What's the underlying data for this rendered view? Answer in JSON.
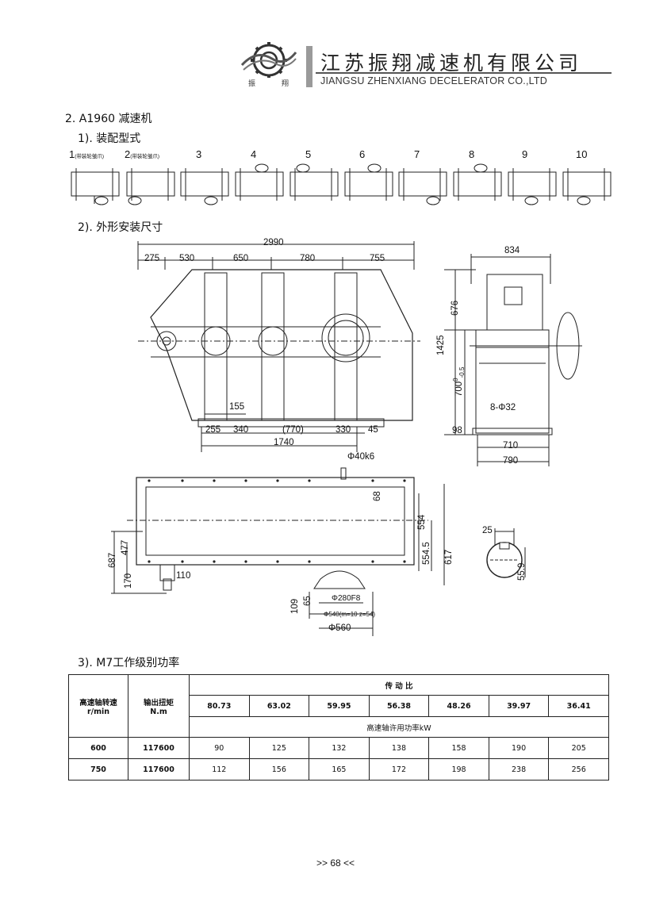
{
  "header": {
    "company_cn": "江苏振翔减速机有限公司",
    "company_en": "JIANGSU ZHENXIANG DECELERATOR CO.,LTD",
    "logo_left": "振",
    "logo_right": "翔"
  },
  "section": {
    "title": "2. A1960 减速机",
    "assembly_heading": "1). 装配型式",
    "dimension_heading": "2). 外形安装尺寸",
    "power_heading": "3). M7工作级别功率"
  },
  "assembly_types": [
    {
      "num": "1",
      "note": "(带装轮皱爪)"
    },
    {
      "num": "2",
      "note": "(带装轮皱爪)"
    },
    {
      "num": "3",
      "note": ""
    },
    {
      "num": "4",
      "note": ""
    },
    {
      "num": "5",
      "note": ""
    },
    {
      "num": "6",
      "note": ""
    },
    {
      "num": "7",
      "note": ""
    },
    {
      "num": "8",
      "note": ""
    },
    {
      "num": "9",
      "note": ""
    },
    {
      "num": "10",
      "note": ""
    }
  ],
  "dimensions": {
    "front_top": [
      "2990",
      "275",
      "530",
      "650",
      "780",
      "755"
    ],
    "front_bottom": [
      "155",
      "255",
      "340",
      "(770)",
      "330",
      "45",
      "1740"
    ],
    "side": [
      "834",
      "676",
      "1425",
      "700",
      "0",
      "-0.5",
      "8-Φ32",
      "98",
      "710",
      "790"
    ],
    "plan": [
      "Φ40k6",
      "68",
      "554",
      "554.5",
      "617",
      "477",
      "687",
      "170",
      "110",
      "109",
      "65",
      "Φ280F8",
      "Φ540(m=10 z=54)",
      "Φ560"
    ],
    "keyway": [
      "25",
      "55.9"
    ]
  },
  "power_table": {
    "col_speed": "高速轴转速",
    "col_speed_unit": "r/min",
    "col_torque": "输出扭矩",
    "col_torque_unit": "N.m",
    "ratio_header": "传 动 比",
    "ratios": [
      "80.73",
      "63.02",
      "59.95",
      "56.38",
      "48.26",
      "39.97",
      "36.41"
    ],
    "power_caption": "高速轴许用功率kW",
    "rows": [
      {
        "speed": "600",
        "torque": "117600",
        "powers": [
          "90",
          "125",
          "132",
          "138",
          "158",
          "190",
          "205"
        ]
      },
      {
        "speed": "750",
        "torque": "117600",
        "powers": [
          "112",
          "156",
          "165",
          "172",
          "198",
          "238",
          "256"
        ]
      }
    ]
  },
  "footer": {
    "page": ">> 68 <<"
  }
}
